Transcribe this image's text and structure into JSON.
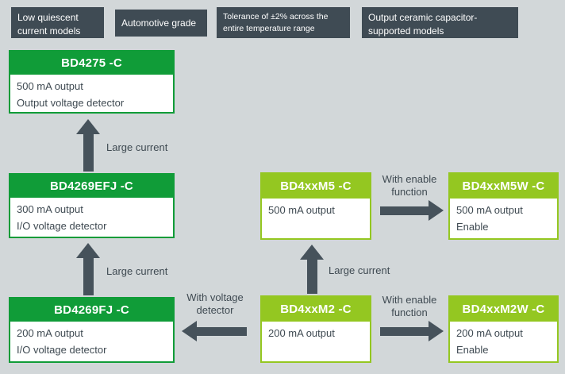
{
  "colors": {
    "background": "#d2d7d9",
    "tag_background": "#3f4b54",
    "dark_green": "#109c38",
    "light_green": "#94c721",
    "arrow": "#46525b",
    "text": "#3f4a52"
  },
  "tags": [
    {
      "label": "Low quiescent\ncurrent models"
    },
    {
      "label": "Automotive grade"
    },
    {
      "label": "Tolerance of ±2% across the\nentire temperature range"
    },
    {
      "label": "Output ceramic capacitor-\nsupported models"
    }
  ],
  "boxes": {
    "bd4275": {
      "title": "BD4275 -C",
      "line1": "500 mA output",
      "line2": "Output voltage detector"
    },
    "bd4269efj": {
      "title": "BD4269EFJ -C",
      "line1": "300 mA output",
      "line2": "I/O voltage detector"
    },
    "bd4269fj": {
      "title": "BD4269FJ -C",
      "line1": "200 mA output",
      "line2": "I/O voltage detector"
    },
    "bd4xxm5": {
      "title": "BD4xxM5 -C",
      "line1": "500 mA output"
    },
    "bd4xxm5w": {
      "title": "BD4xxM5W -C",
      "line1": "500 mA output",
      "line2": "Enable"
    },
    "bd4xxm2": {
      "title": "BD4xxM2 -C",
      "line1": "200 mA output"
    },
    "bd4xxm2w": {
      "title": "BD4xxM2W -C",
      "line1": "200 mA output",
      "line2": "Enable"
    }
  },
  "arrow_labels": {
    "large_current_left_1": "Large current",
    "large_current_left_2": "Large current",
    "large_current_mid": "Large current",
    "with_enable_top": "With enable\nfunction",
    "with_enable_bottom": "With enable\nfunction",
    "with_voltage_detector": "With voltage\ndetector"
  }
}
